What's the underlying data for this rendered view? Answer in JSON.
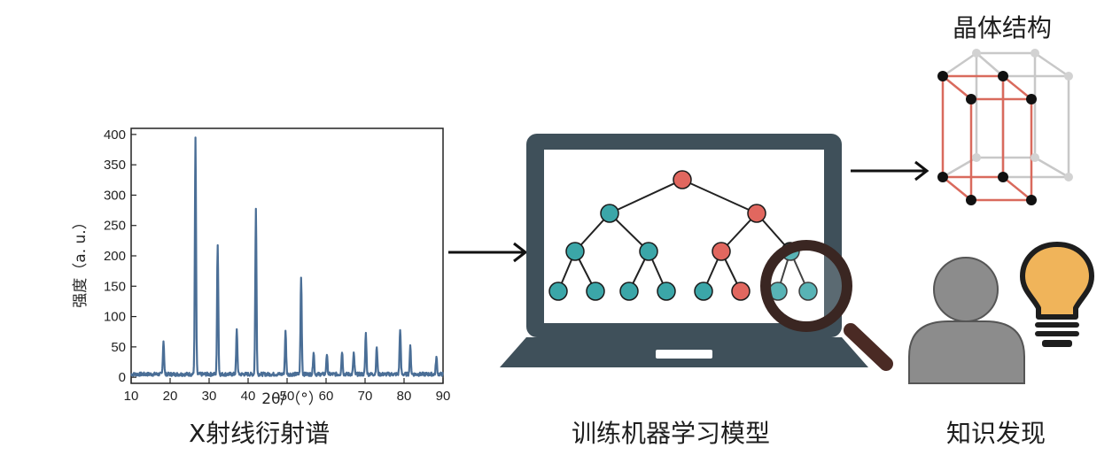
{
  "spectrum": {
    "caption": "X射线衍射谱",
    "chart_data": {
      "type": "line",
      "ylabel": "强度（a. u.）",
      "xlabel": "2θ/（°）",
      "xlim": [
        10,
        90
      ],
      "ylim": [
        -10,
        410
      ],
      "x_ticks": [
        10,
        20,
        30,
        40,
        50,
        60,
        70,
        80,
        90
      ],
      "y_ticks": [
        0,
        50,
        100,
        150,
        200,
        250,
        300,
        350,
        400
      ],
      "grid": false,
      "baseline": 5,
      "peaks": [
        {
          "x": 18.3,
          "y": 60
        },
        {
          "x": 26.5,
          "y": 395
        },
        {
          "x": 32.2,
          "y": 220
        },
        {
          "x": 37.1,
          "y": 78
        },
        {
          "x": 42.0,
          "y": 277
        },
        {
          "x": 49.6,
          "y": 75
        },
        {
          "x": 53.6,
          "y": 165
        },
        {
          "x": 56.8,
          "y": 42
        },
        {
          "x": 60.2,
          "y": 38
        },
        {
          "x": 64.1,
          "y": 43
        },
        {
          "x": 67.1,
          "y": 40
        },
        {
          "x": 70.2,
          "y": 72
        },
        {
          "x": 73.0,
          "y": 50
        },
        {
          "x": 79.0,
          "y": 80
        },
        {
          "x": 81.6,
          "y": 50
        },
        {
          "x": 88.3,
          "y": 33
        }
      ],
      "line_color": "#4a6e96"
    }
  },
  "model": {
    "caption": "训练机器学习模型",
    "colors": {
      "teal": "#3ba6a8",
      "red": "#e1675f",
      "laptop": "#3f505a"
    }
  },
  "structure": {
    "title": "晶体结构",
    "colors": {
      "red": "#d96a5d",
      "gray": "#c8c8c8",
      "atom": "#111111"
    }
  },
  "discovery": {
    "caption": "知识发现",
    "colors": {
      "person": "#8c8c8c",
      "bulb": "#f0b45a"
    }
  }
}
